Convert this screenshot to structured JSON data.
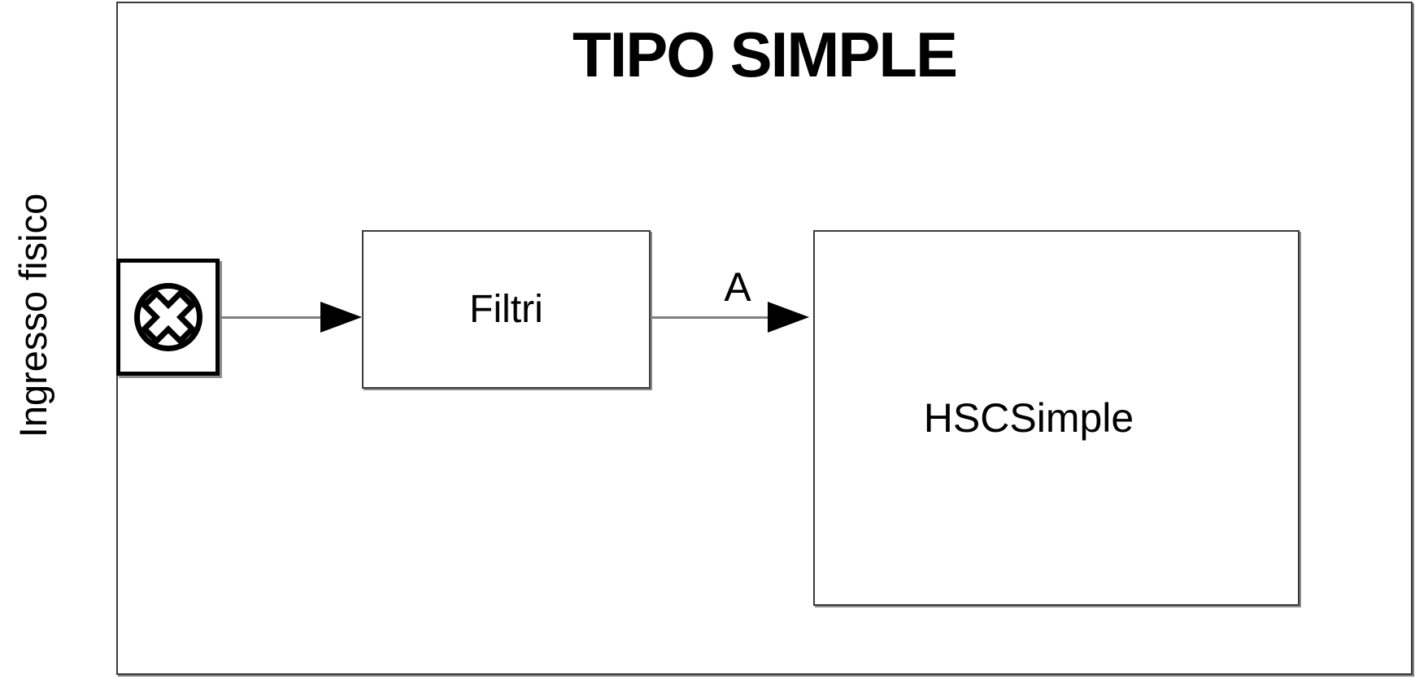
{
  "diagram": {
    "title": "TIPO SIMPLE",
    "side_label": "Ingresso fisico",
    "input_port": {
      "icon": "circle-x-input-port-icon"
    },
    "blocks": {
      "filtri": {
        "label": "Filtri"
      },
      "hsc": {
        "label": "HSCSimple"
      }
    },
    "connectors": {
      "signal_a_label": "A"
    },
    "colors": {
      "background": "#ffffff",
      "text": "#000000",
      "block_border": "#3b3b3b",
      "port_border": "#000000",
      "line": "#808080",
      "arrowhead": "#000000",
      "shadow": "#8c8c8c"
    }
  }
}
